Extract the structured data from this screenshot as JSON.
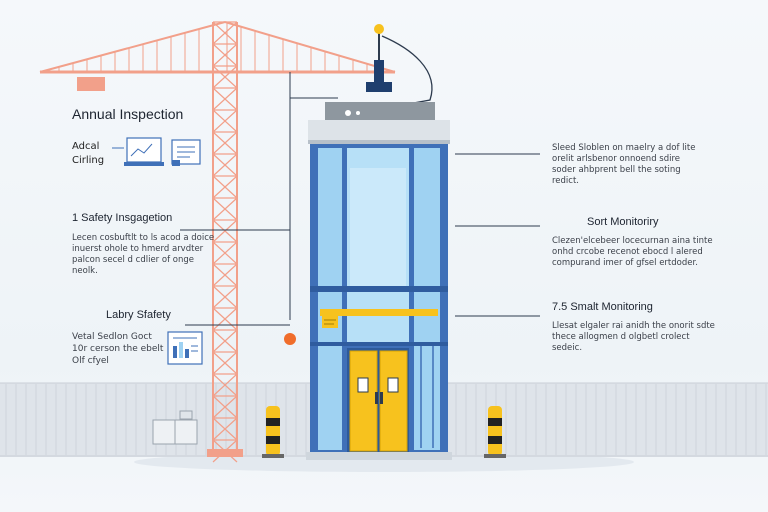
{
  "left_panel": {
    "annual_inspection": {
      "title": "Annual Inspection",
      "sub_text": "Adcal\nCirling"
    },
    "safety_inspection": {
      "title": "1 Safety Insgagetion",
      "body": "Lecen cosbuftlt to ls acod a doice\ninuerst ohole to hmerd arvdter\npalcon secel d cdlier of onge\nneolk."
    },
    "labry_safety": {
      "title": "Labry Sfafety",
      "body": "Vetal Sedlon Goct\n10r cerson the ebelt\nOlf cfyel"
    }
  },
  "right_panel": {
    "top_note": {
      "body": "Sleed Sloblen on maelry a dof lite\norelit arlsbenor onnoend sdire\nsoder ahbprent bell the soting\nredict."
    },
    "sort_monitoring": {
      "title": "Sort Monitoriry",
      "body": "Clezen'elcebeer locecurnan aina tinte\nonhd crcobe recenot ebocd l alered\ncompurand imer of gfsel ertdoder."
    },
    "smart_monitoring": {
      "title": "7.5 Smalt Monitoring",
      "body": "Llesat elgaler rai anidh the onorit sdte\nthece allogmen d olgbetl crolect\nsedeic."
    }
  },
  "colors": {
    "crane": "#f2a08a",
    "glass": "#9fd2f2",
    "frame": "#3f70b8",
    "door": "#f7c21e",
    "orange_dot": "#f06d2b",
    "line": "#2d3b4e"
  }
}
